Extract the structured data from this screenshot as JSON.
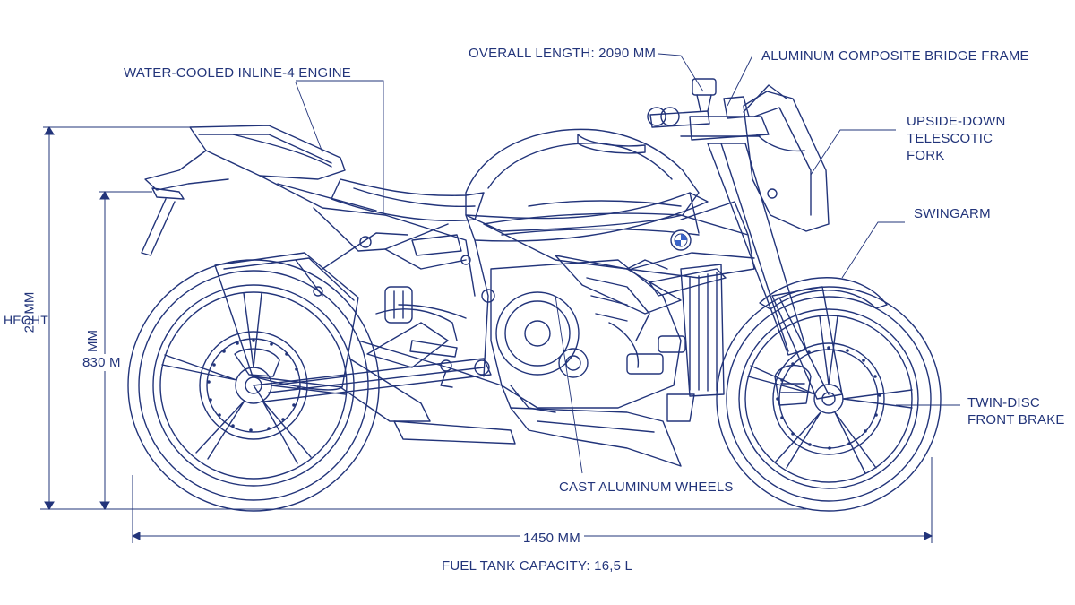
{
  "colors": {
    "ink": "#22347a",
    "ink_light": "#3b4f9a",
    "background": "#ffffff"
  },
  "labels": {
    "engine": "WATER-COOLED INLINE-4 ENGINE",
    "overall_length": "OVERALL LENGTH: 2090 MM",
    "frame": "ALUMINUM COMPOSITE BRIDGE FRAME",
    "fork_line1": "UPSIDE-DOWN",
    "fork_line2": "TELESCOTIC",
    "fork_line3": "FORK",
    "swingarm": "SWINGARM",
    "brake_line1": "TWIN-DISC",
    "brake_line2": "FRONT BRAKE",
    "wheels": "CAST ALUMINUM WHEELS",
    "wheelbase": "1450 MM",
    "fuel": "FUEL TANK CAPACITY: 16,5 L"
  },
  "dimensions": {
    "height_label": "HEOHT",
    "height_value": "20 MM",
    "seat_value": "830 M",
    "seat_unit": "MM"
  },
  "icons": {
    "badge": "brand-roundel-icon"
  }
}
